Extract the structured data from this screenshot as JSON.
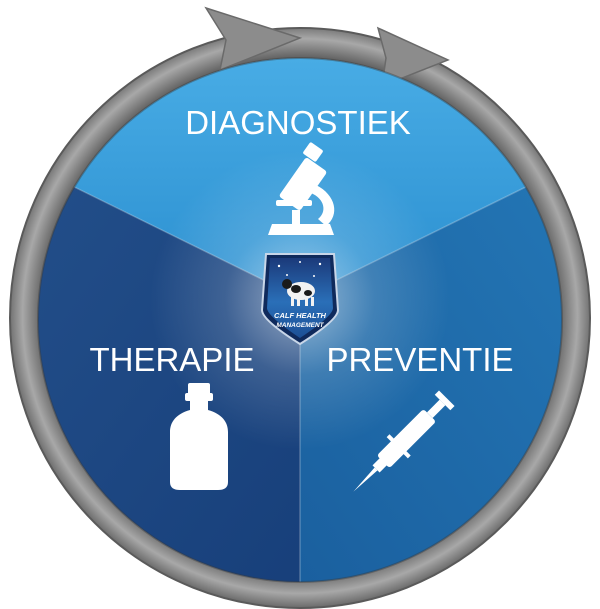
{
  "diagram": {
    "segments": [
      {
        "id": "diagnostiek",
        "label": "DIAGNOSTIEK",
        "icon": "microscope-icon"
      },
      {
        "id": "therapie",
        "label": "THERAPIE",
        "icon": "medicine-bottle-icon"
      },
      {
        "id": "preventie",
        "label": "PREVENTIE",
        "icon": "syringe-icon"
      }
    ],
    "badge": {
      "line1": "CALF HEALTH",
      "line2": "MANAGEMENT",
      "icon": "calf-icon"
    },
    "colors": {
      "diagnostiek": "#3aa0dc",
      "therapie": "#1d4f8f",
      "preventie": "#1e6ca8",
      "ring": "#8a8a8a"
    }
  }
}
